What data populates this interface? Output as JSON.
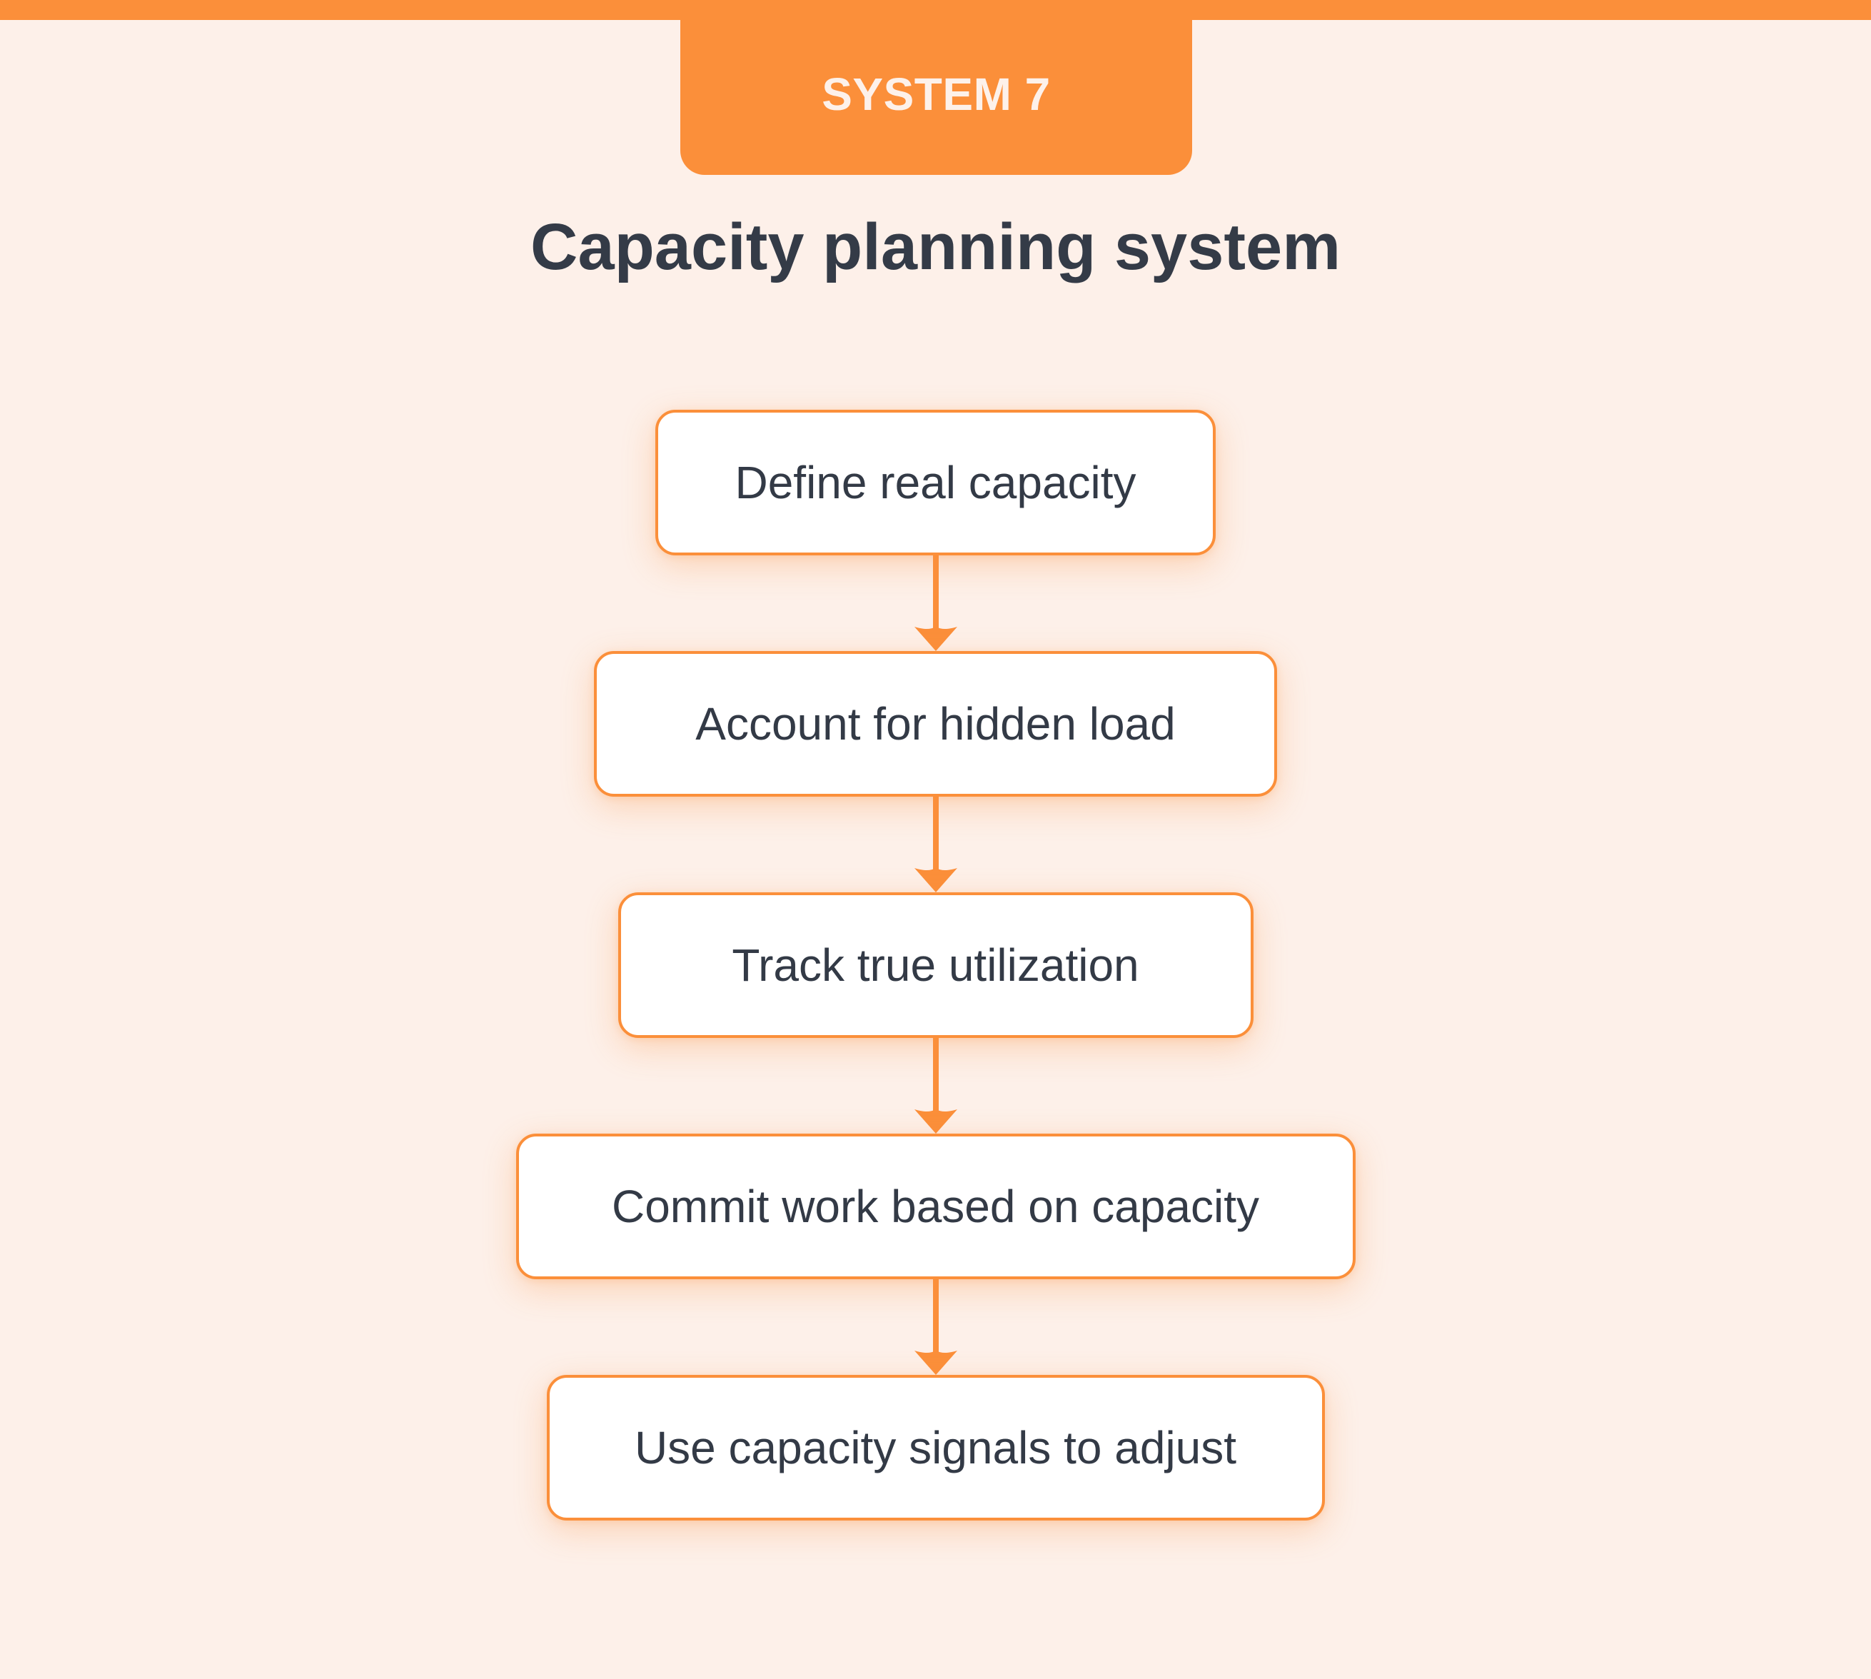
{
  "theme": {
    "accent": "#fb8f3a",
    "background": "#fdf0e9",
    "node_fill": "#ffffff",
    "text": "#333a46",
    "badge_text": "#fdf1ea"
  },
  "header": {
    "badge_label": "SYSTEM 7",
    "title": "Capacity planning system"
  },
  "flow": {
    "orientation": "vertical-top-to-bottom",
    "connector_icon": "arrow-down-icon",
    "nodes": [
      {
        "label": "Define real capacity"
      },
      {
        "label": "Account for hidden load"
      },
      {
        "label": "Track true utilization"
      },
      {
        "label": "Commit work based on capacity"
      },
      {
        "label": "Use capacity signals to adjust"
      }
    ]
  }
}
